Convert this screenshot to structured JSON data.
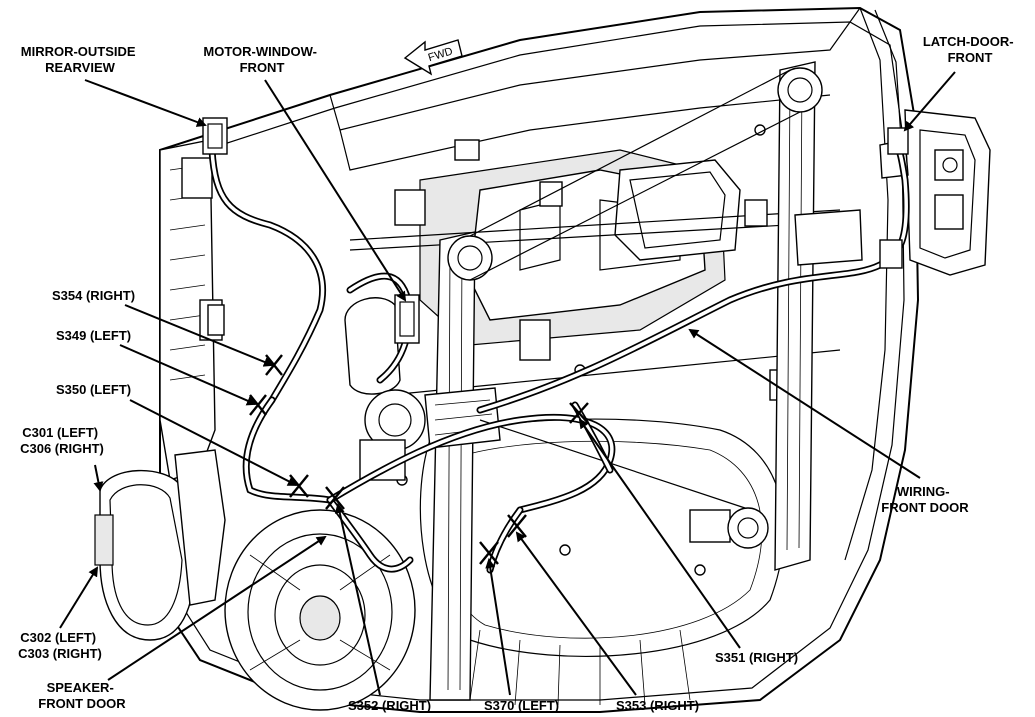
{
  "direction_arrow": {
    "label": "FWD"
  },
  "callouts": {
    "mirror_outside": [
      "MIRROR-OUTSIDE",
      "REARVIEW"
    ],
    "motor_window": [
      "MOTOR-WINDOW-",
      "FRONT"
    ],
    "latch_door": [
      "LATCH-DOOR-",
      "FRONT"
    ],
    "s354": [
      "S354 (RIGHT)"
    ],
    "s349": [
      "S349 (LEFT)"
    ],
    "s350": [
      "S350 (LEFT)"
    ],
    "c301": [
      "C301 (LEFT)",
      "C306 (RIGHT)"
    ],
    "wiring": [
      "WIRING-",
      "FRONT DOOR"
    ],
    "c302": [
      "C302 (LEFT)",
      "C303 (RIGHT)"
    ],
    "speaker": [
      "SPEAKER-",
      "FRONT DOOR"
    ],
    "s352": [
      "S352 (RIGHT)"
    ],
    "s370": [
      "S370 (LEFT)"
    ],
    "s353": [
      "S353 (RIGHT)"
    ],
    "s351": [
      "S351 (RIGHT)"
    ]
  }
}
